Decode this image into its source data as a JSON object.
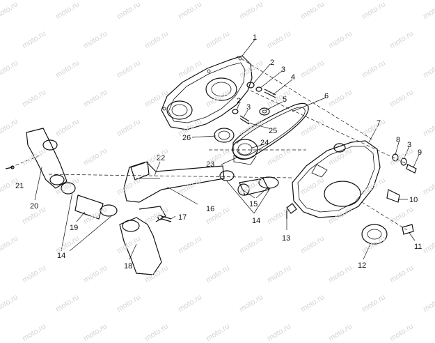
{
  "watermark": {
    "text": "moto.ru"
  },
  "callouts": {
    "c1": "1",
    "c2a": "2",
    "c3a": "3",
    "c4": "4",
    "c5": "5",
    "c6": "6",
    "c7": "7",
    "c8": "8",
    "c3b": "3",
    "c9": "9",
    "c2b": "2",
    "c3c": "3",
    "c25": "25",
    "c26": "26",
    "c24": "24",
    "c23": "23",
    "c22": "22",
    "c21": "21",
    "c20": "20",
    "c16": "16",
    "c15": "15",
    "c17": "17",
    "c19": "19",
    "c14a": "14",
    "c14b": "14",
    "c18": "18",
    "c13": "13",
    "c10": "10",
    "c11": "11",
    "c12": "12"
  }
}
